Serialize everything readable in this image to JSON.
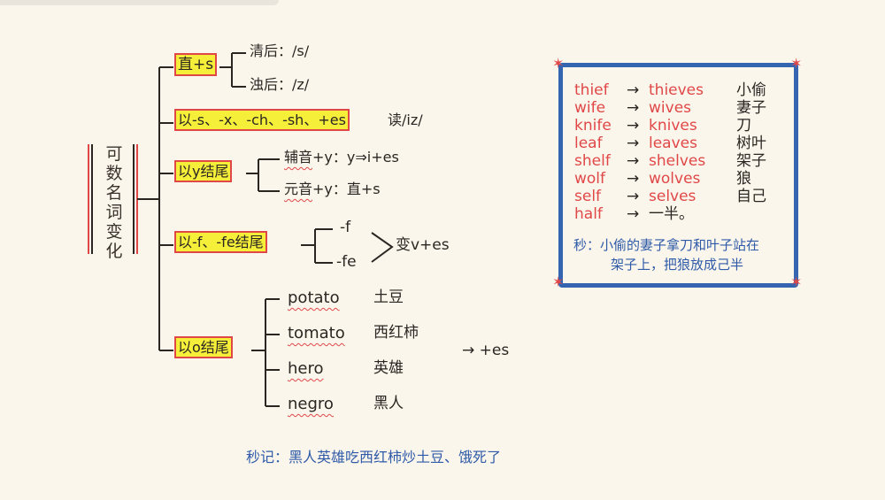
{
  "title": "可数名词变化",
  "rules": {
    "direct": {
      "label": "直+s",
      "after_voiceless": "清后：/s/",
      "after_voiced": "浊后：/z/"
    },
    "s_x": {
      "label": "以-s、-x、-ch、-sh、+es",
      "note": "读/iz/"
    },
    "y_ending": {
      "label": "以y结尾",
      "consonant": "辅音",
      "consonant_rule": "+y：y⇒i+es",
      "vowel": "元音",
      "vowel_rule": "+y：直+s"
    },
    "f_ending": {
      "label": "以-f、-fe结尾",
      "f": "-f",
      "fe": "-fe",
      "result": "变v+es"
    },
    "o_ending": {
      "label": "以o结尾",
      "items": [
        {
          "word": "potato",
          "meaning": "土豆"
        },
        {
          "word": "tomato",
          "meaning": "西红柿"
        },
        {
          "word": "hero",
          "meaning": "英雄"
        },
        {
          "word": "negro",
          "meaning": "黑人"
        }
      ],
      "result": "→ +es",
      "mnemonic": "秒记：黑人英雄吃西红柿炒土豆、饿死了"
    }
  },
  "f_box": {
    "rows": [
      {
        "word": "thief",
        "arrow": "→",
        "plural": "thieves",
        "meaning": "小偷"
      },
      {
        "word": "wife",
        "arrow": "→",
        "plural": "wives",
        "meaning": "妻子"
      },
      {
        "word": "knife",
        "arrow": "→",
        "plural": "knives",
        "meaning": "刀"
      },
      {
        "word": "leaf",
        "arrow": "→",
        "plural": "leaves",
        "meaning": "树叶"
      },
      {
        "word": "shelf",
        "arrow": "→",
        "plural": "shelves",
        "meaning": "架子"
      },
      {
        "word": "wolf",
        "arrow": "→",
        "plural": "wolves",
        "meaning": "狼"
      },
      {
        "word": "self",
        "arrow": "→",
        "plural": "selves",
        "meaning": "自己"
      },
      {
        "word": "half",
        "arrow": "→",
        "plural": "一半。",
        "meaning": ""
      }
    ],
    "mnemonic_line1": "秒：小偷的妻子拿刀和叶子站在",
    "mnemonic_line2": "架子上，把狼放成己半"
  },
  "colors": {
    "red": "#e04848",
    "blue": "#3564b0",
    "highlight": "#f6ef3a"
  }
}
